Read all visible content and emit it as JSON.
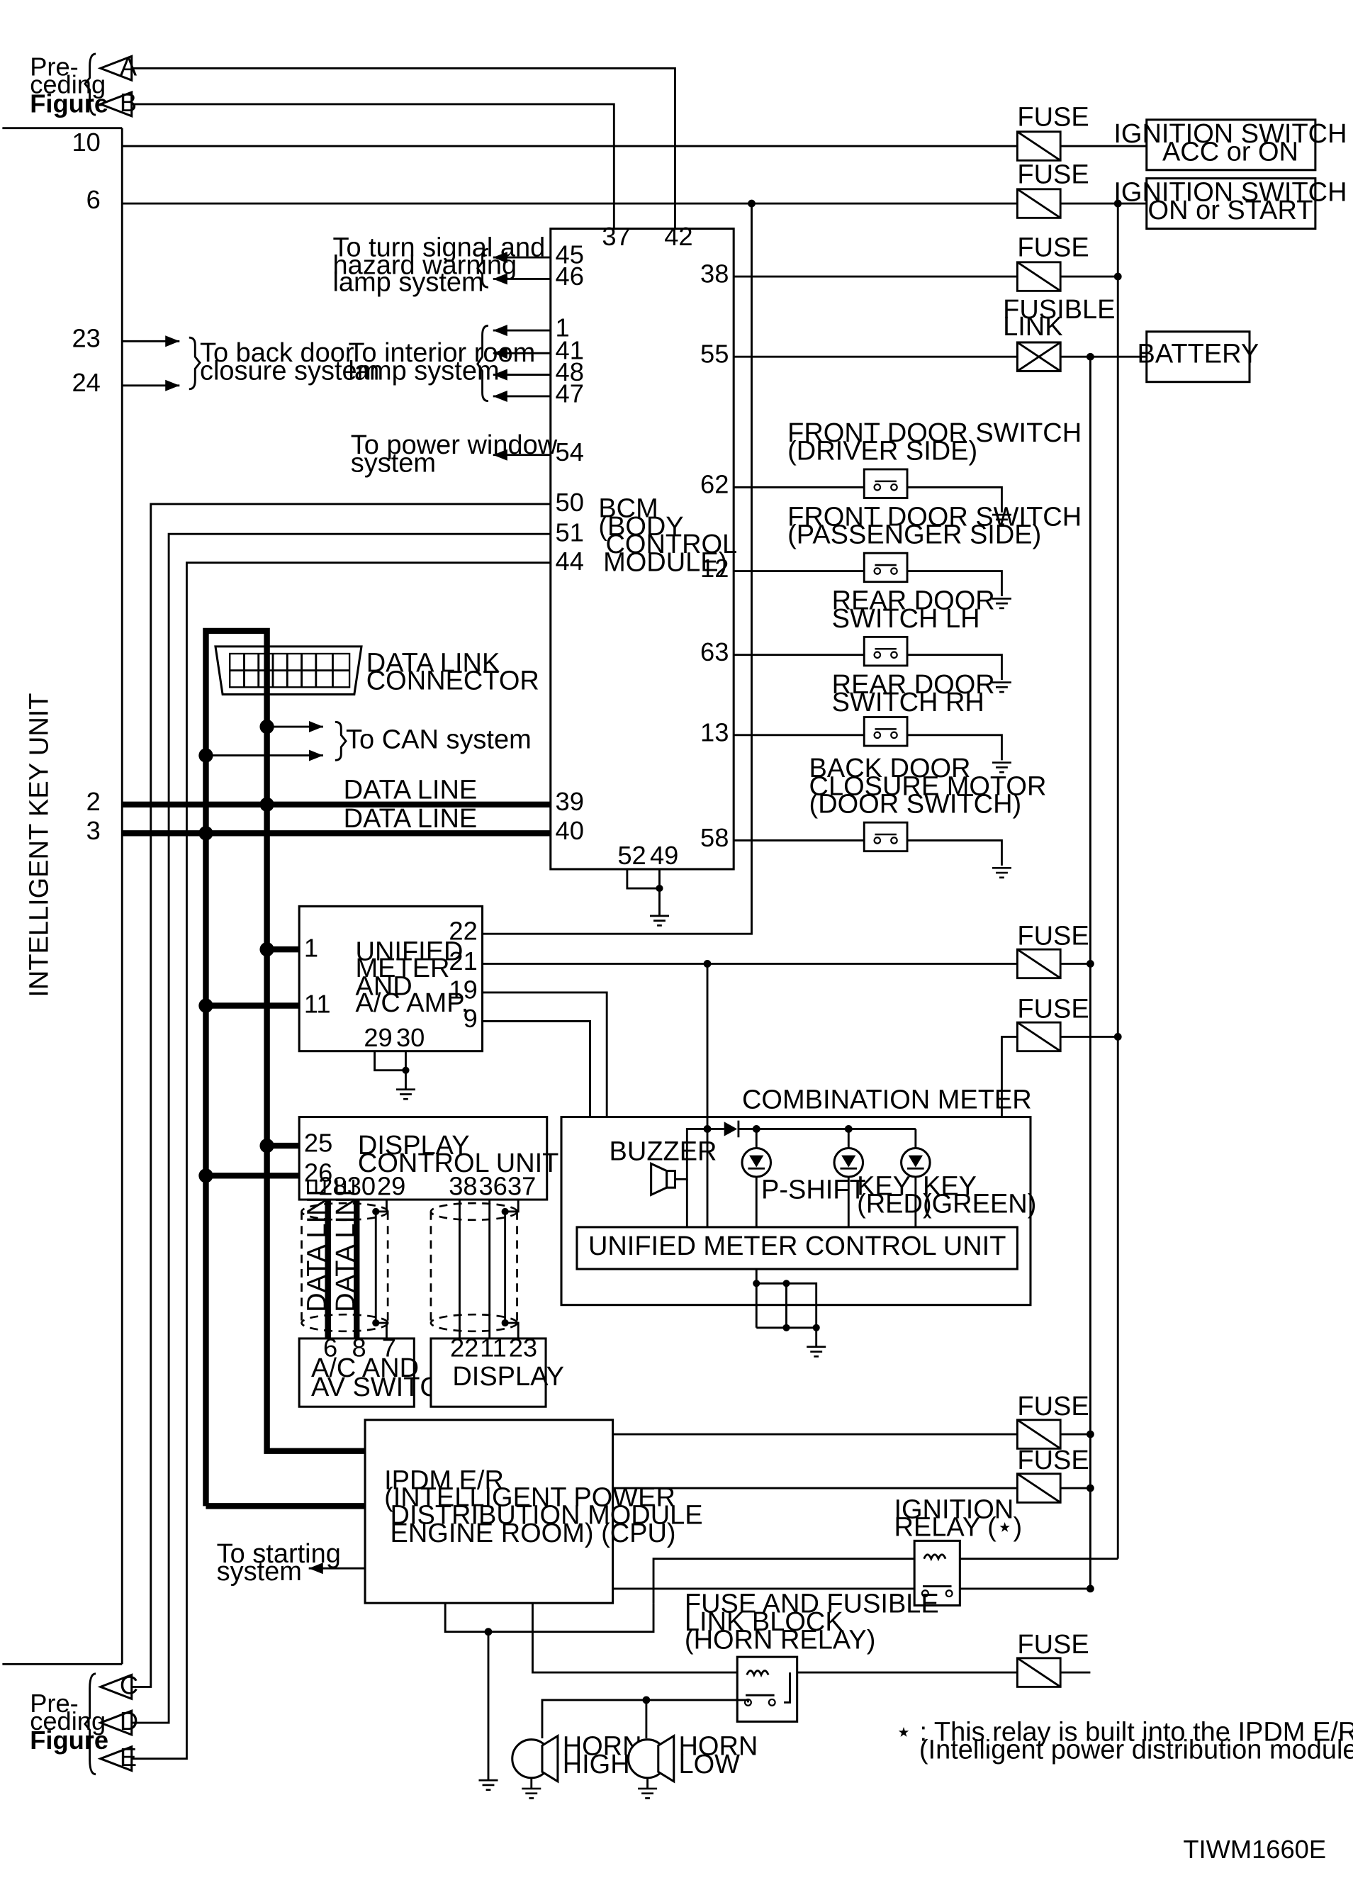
{
  "side_label": "INTELLIGENT KEY UNIT",
  "figure_code": "TIWM1660E",
  "preceding_top": {
    "lines": [
      "Pre-",
      "ceding"
    ],
    "bold": "Figure",
    "tags": [
      "A",
      "B"
    ]
  },
  "preceding_bottom": {
    "lines": [
      "Pre-",
      "ceding"
    ],
    "bold": "Figure",
    "tags": [
      "C",
      "D",
      "E"
    ]
  },
  "ik_pins": [
    "10",
    "6",
    "23",
    "24",
    "2",
    "3"
  ],
  "bcm": {
    "name": [
      "BCM",
      "(BODY",
      "CONTROL",
      "MODULE)"
    ],
    "pins_top": [
      "37",
      "42"
    ],
    "pins_left": [
      "45",
      "46",
      "1",
      "41",
      "48",
      "47",
      "54",
      "50",
      "51",
      "44",
      "39",
      "40"
    ],
    "pins_right": [
      "38",
      "55",
      "62",
      "12",
      "63",
      "13",
      "58"
    ],
    "pins_bottom": [
      "52",
      "49"
    ]
  },
  "left_notes": {
    "turn_signal": [
      "To turn signal and",
      "hazard warning",
      "lamp system"
    ],
    "back_door": [
      "To back door",
      "closure system"
    ],
    "interior": [
      "To interior room",
      "lamp system"
    ],
    "power_window": [
      "To power window",
      "system"
    ],
    "can": "To CAN system",
    "starting": [
      "To starting",
      "system"
    ]
  },
  "data_link_connector": [
    "DATA LINK",
    "CONNECTOR"
  ],
  "data_line": "DATA LINE",
  "fuse": "FUSE",
  "fusible_link": [
    "FUSIBLE",
    "LINK"
  ],
  "power_sources": {
    "ign_acc": [
      "IGNITION SWITCH",
      "ACC or ON"
    ],
    "ign_on": [
      "IGNITION SWITCH",
      "ON or START"
    ],
    "battery": "BATTERY"
  },
  "switches": {
    "front_driver": [
      "FRONT DOOR SWITCH",
      "(DRIVER SIDE)"
    ],
    "front_passenger": [
      "FRONT DOOR SWITCH",
      "(PASSENGER SIDE)"
    ],
    "rear_lh": [
      "REAR DOOR",
      "SWITCH LH"
    ],
    "rear_rh": [
      "REAR DOOR",
      "SWITCH RH"
    ],
    "back_door": [
      "BACK DOOR",
      "CLOSURE MOTOR",
      "(DOOR SWITCH)"
    ]
  },
  "unified_meter": {
    "name": [
      "UNIFIED",
      "METER",
      "AND",
      "A/C AMP."
    ],
    "pins_left": [
      "1",
      "11"
    ],
    "pins_right": [
      "22",
      "21",
      "19",
      "9"
    ],
    "pins_bottom": [
      "29",
      "30"
    ]
  },
  "display_control": {
    "name": [
      "DISPLAY",
      "CONTROL UNIT"
    ],
    "pins_left": [
      "25",
      "26"
    ],
    "pins_bottom": [
      "28",
      "30",
      "29",
      "38",
      "36",
      "37"
    ]
  },
  "ac_av_switch": {
    "pins": [
      "6",
      "8",
      "7"
    ],
    "name": [
      "A/C AND",
      "AV SWITCH"
    ]
  },
  "display": {
    "pins": [
      "22",
      "11",
      "23"
    ],
    "name": "DISPLAY"
  },
  "combination_meter": {
    "title": "COMBINATION METER",
    "buzzer": "BUZZER",
    "p_shift": "P-SHIFT",
    "key_red": [
      "KEY",
      "(RED)"
    ],
    "key_green": [
      "KEY",
      "(GREEN)"
    ],
    "control_unit": "UNIFIED METER CONTROL UNIT"
  },
  "ipdm": [
    "IPDM E/R",
    "(INTELLIGENT POWER",
    "DISTRIBUTION MODULE",
    "ENGINE ROOM) (CPU)"
  ],
  "ignition_relay": [
    "IGNITION",
    "RELAY (⋆)"
  ],
  "horn_relay": [
    "FUSE AND FUSIBLE",
    "LINK BLOCK",
    "(HORN RELAY)"
  ],
  "horn_high": [
    "HORN",
    "HIGH"
  ],
  "horn_low": [
    "HORN",
    "LOW"
  ],
  "footnote": [
    "⋆ : This relay is built into the IPDM E/R",
    "(Intelligent power distribution module engine room)."
  ]
}
